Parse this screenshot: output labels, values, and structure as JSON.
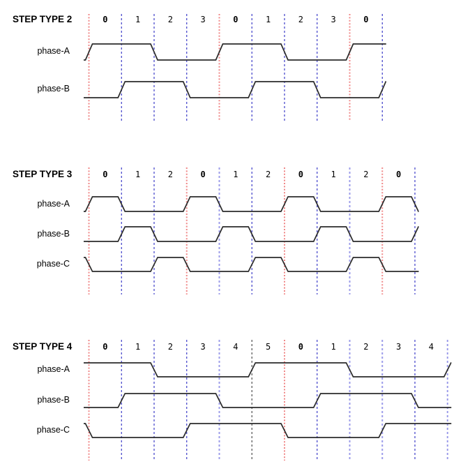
{
  "colors": {
    "background": "#ffffff",
    "waveform": "#2b2b2b",
    "text": "#000000",
    "grid_red": "#f08888",
    "grid_blue": "#3c3cc8",
    "grid_lightblue": "#9c9cea",
    "grid_black": "#4d4d4d"
  },
  "sections": [
    {
      "title": "STEP TYPE 2",
      "steps": [
        {
          "label": "0",
          "bold": true
        },
        {
          "label": "1",
          "bold": false
        },
        {
          "label": "2",
          "bold": false
        },
        {
          "label": "3",
          "bold": false
        },
        {
          "label": "0",
          "bold": true
        },
        {
          "label": "1",
          "bold": false
        },
        {
          "label": "2",
          "bold": false
        },
        {
          "label": "3",
          "bold": false
        },
        {
          "label": "0",
          "bold": true
        }
      ],
      "grid_colors": [
        "red",
        "blue",
        "blue",
        "blue",
        "red",
        "blue",
        "blue",
        "blue",
        "red",
        "blue"
      ],
      "phases": [
        {
          "label": "phase-A",
          "prev": 0,
          "levels": [
            1,
            1,
            0,
            0,
            1,
            1,
            0,
            0,
            1
          ],
          "next": 1
        },
        {
          "label": "phase-B",
          "prev": 0,
          "levels": [
            0,
            1,
            1,
            0,
            0,
            1,
            1,
            0,
            0
          ],
          "next": 1
        }
      ]
    },
    {
      "title": "STEP TYPE 3",
      "steps": [
        {
          "label": "0",
          "bold": true
        },
        {
          "label": "1",
          "bold": false
        },
        {
          "label": "2",
          "bold": false
        },
        {
          "label": "0",
          "bold": true
        },
        {
          "label": "1",
          "bold": false
        },
        {
          "label": "2",
          "bold": false
        },
        {
          "label": "0",
          "bold": true
        },
        {
          "label": "1",
          "bold": false
        },
        {
          "label": "2",
          "bold": false
        },
        {
          "label": "0",
          "bold": true
        }
      ],
      "grid_colors": [
        "red",
        "blue",
        "blue",
        "red",
        "lightblue",
        "blue",
        "red",
        "blue",
        "lightblue",
        "red",
        "blue"
      ],
      "phases": [
        {
          "label": "phase-A",
          "prev": 0,
          "levels": [
            1,
            0,
            0,
            1,
            0,
            0,
            1,
            0,
            0,
            1
          ],
          "next": 0
        },
        {
          "label": "phase-B",
          "prev": 0,
          "levels": [
            0,
            1,
            0,
            0,
            1,
            0,
            0,
            1,
            0,
            0
          ],
          "next": 1
        },
        {
          "label": "phase-C",
          "prev": 1,
          "levels": [
            0,
            0,
            1,
            0,
            0,
            1,
            0,
            0,
            1,
            0
          ],
          "next": 0
        }
      ]
    },
    {
      "title": "STEP TYPE 4",
      "steps": [
        {
          "label": "0",
          "bold": true
        },
        {
          "label": "1",
          "bold": false
        },
        {
          "label": "2",
          "bold": false
        },
        {
          "label": "3",
          "bold": false
        },
        {
          "label": "4",
          "bold": false
        },
        {
          "label": "5",
          "bold": false
        },
        {
          "label": "0",
          "bold": true
        },
        {
          "label": "1",
          "bold": false
        },
        {
          "label": "2",
          "bold": false
        },
        {
          "label": "3",
          "bold": false
        },
        {
          "label": "4",
          "bold": false
        }
      ],
      "grid_colors": [
        "red",
        "blue",
        "blue",
        "blue",
        "lightblue",
        "black",
        "red",
        "blue",
        "lightblue",
        "lightblue",
        "blue",
        "lightblue"
      ],
      "phases": [
        {
          "label": "phase-A",
          "prev": 1,
          "levels": [
            1,
            1,
            0,
            0,
            0,
            1,
            1,
            1,
            0,
            0,
            0
          ],
          "next": 1
        },
        {
          "label": "phase-B",
          "prev": 0,
          "levels": [
            0,
            1,
            1,
            1,
            0,
            0,
            0,
            1,
            1,
            1,
            0
          ],
          "next": 0
        },
        {
          "label": "phase-C",
          "prev": 1,
          "levels": [
            0,
            0,
            0,
            1,
            1,
            1,
            0,
            0,
            0,
            1,
            1
          ],
          "next": 1
        }
      ]
    }
  ]
}
